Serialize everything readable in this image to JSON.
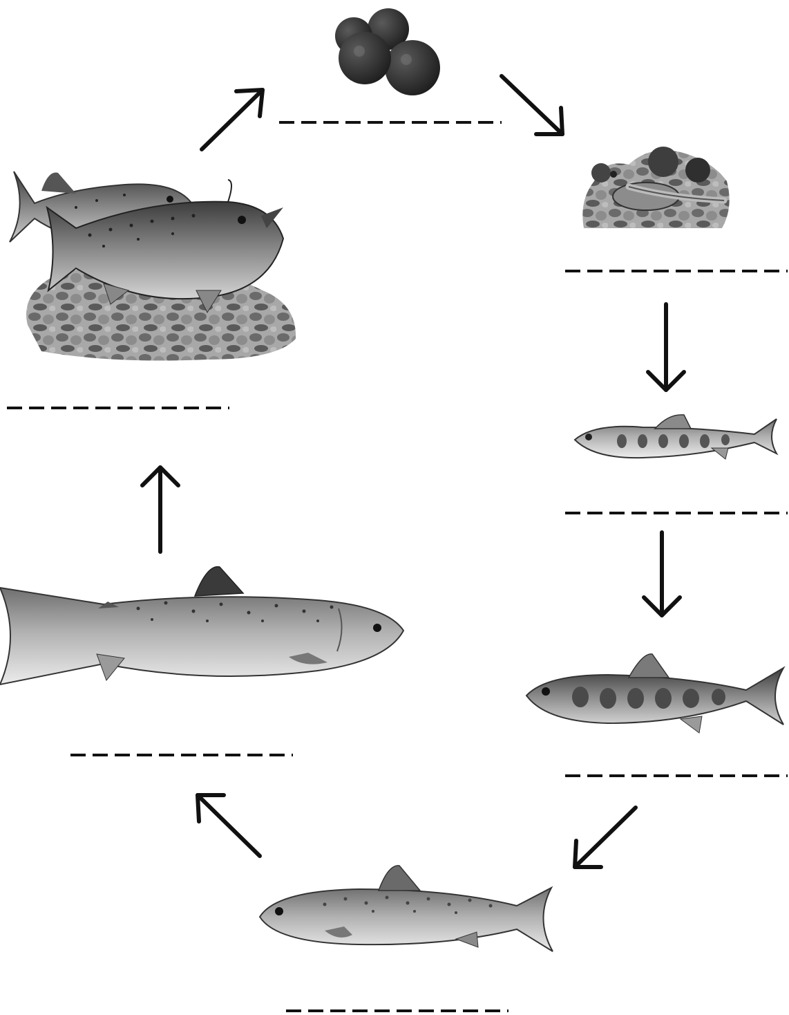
{
  "diagram": {
    "type": "life-cycle",
    "colors": {
      "ink": "#111111",
      "dark": "#3a3a3a",
      "mid": "#7a7a7a",
      "light": "#c8c8c8",
      "background": "#ffffff"
    },
    "stages": [
      {
        "id": "eggs",
        "icon": "egg-cluster-icon",
        "label": ""
      },
      {
        "id": "alevin",
        "icon": "alevin-in-gravel-icon",
        "label": ""
      },
      {
        "id": "fry",
        "icon": "fry-fish-icon",
        "label": ""
      },
      {
        "id": "parr",
        "icon": "parr-fish-icon",
        "label": ""
      },
      {
        "id": "smolt",
        "icon": "smolt-fish-icon",
        "label": ""
      },
      {
        "id": "adult",
        "icon": "adult-salmon-icon",
        "label": ""
      },
      {
        "id": "spawning",
        "icon": "spawning-salmon-icon",
        "label": ""
      }
    ],
    "arrows": [
      {
        "from": "spawning",
        "to": "eggs",
        "icon": "arrow-up-right-icon"
      },
      {
        "from": "eggs",
        "to": "alevin",
        "icon": "arrow-down-right-icon"
      },
      {
        "from": "alevin",
        "to": "fry",
        "icon": "arrow-down-icon"
      },
      {
        "from": "fry",
        "to": "parr",
        "icon": "arrow-down-icon"
      },
      {
        "from": "parr",
        "to": "smolt",
        "icon": "arrow-down-left-icon"
      },
      {
        "from": "smolt",
        "to": "adult",
        "icon": "arrow-up-left-icon"
      },
      {
        "from": "adult",
        "to": "spawning",
        "icon": "arrow-up-icon"
      }
    ]
  }
}
